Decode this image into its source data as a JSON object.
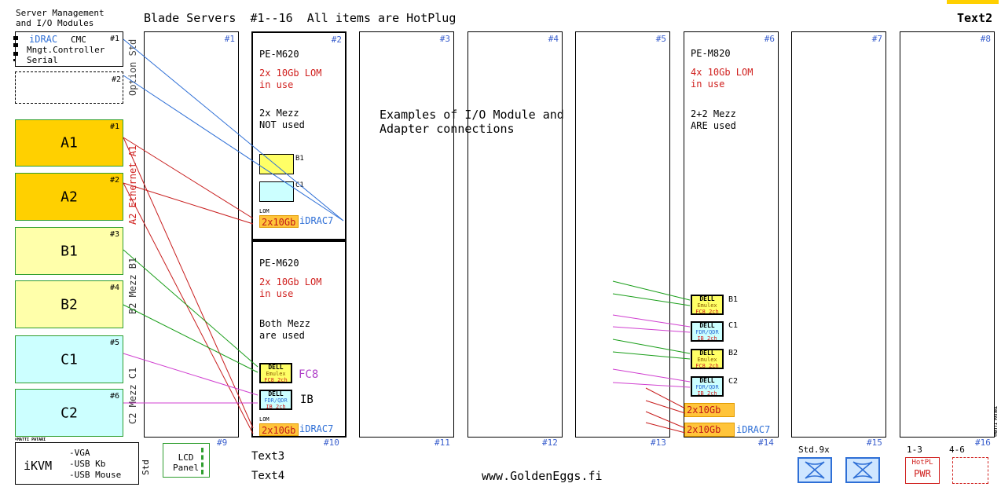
{
  "header": {
    "corner_title": [
      "Server Management",
      "and I/O Modules"
    ],
    "main_title": "Blade Servers  #1--16  All items are HotPlug",
    "right_label": "Text2"
  },
  "cmc": {
    "idrac": "iDRAC",
    "cmc": "CMC",
    "n1": "#1",
    "line2": "Mngt.Controller",
    "line3": "Serial",
    "n2": "#2",
    "std_option_label": "Option Std"
  },
  "io_modules": [
    {
      "label": "A1",
      "num": "#1"
    },
    {
      "label": "A2",
      "num": "#2"
    },
    {
      "label": "B1",
      "num": "#3"
    },
    {
      "label": "B2",
      "num": "#4"
    },
    {
      "label": "C1",
      "num": "#5"
    },
    {
      "label": "C2",
      "num": "#6"
    }
  ],
  "fabric_labels": {
    "ethernet": "A2 Ethernet A1",
    "mezz_b": "B2 Mezz B1",
    "mezz_c": "C2 Mezz C1"
  },
  "slots_top": [
    "#1",
    "#2",
    "#3",
    "#4",
    "#5",
    "#6",
    "#7",
    "#8"
  ],
  "slots_bottom": [
    "#9",
    "#10",
    "#11",
    "#12",
    "#13",
    "#14",
    "#15",
    "#16"
  ],
  "blade2": {
    "model": "PE-M620",
    "lom_line1": "2x 10Gb LOM",
    "lom_line2": "in use",
    "mezz_line1": "2x Mezz",
    "mezz_line2": "NOT used",
    "b1": "B1",
    "c1": "C1",
    "lom_small": "LOM",
    "lom_value": "2x10Gb",
    "idrac": "iDRAC7"
  },
  "blade10": {
    "model": "PE-M620",
    "lom_line1": "2x 10Gb LOM",
    "lom_line2": "in use",
    "mezz_line1": "Both Mezz",
    "mezz_line2": "are used",
    "fc_card": {
      "brand": "DELL",
      "line1": "Emulex",
      "line2": "FC8 2ch"
    },
    "fc_label": "FC8",
    "ib_card": {
      "brand": "DELL",
      "line1": "FDR/QDR",
      "line2": "IB 2ch"
    },
    "ib_label": "IB",
    "lom_small": "LOM",
    "lom_value": "2x10Gb",
    "idrac": "iDRAC7"
  },
  "blade6": {
    "model": "PE-M820",
    "lom_line1": "4x 10Gb LOM",
    "lom_line2": "in use",
    "mezz_line1": "2+2 Mezz",
    "mezz_line2": "ARE used",
    "cards": [
      {
        "brand": "DELL",
        "line1": "Emulex",
        "line2": "FC8 2ch",
        "label": "B1"
      },
      {
        "brand": "DELL",
        "line1": "FDR/QDR",
        "line2": "IB 2ch",
        "label": "C1"
      },
      {
        "brand": "DELL",
        "line1": "Emulex",
        "line2": "FC8 2ch",
        "label": "B2"
      },
      {
        "brand": "DELL",
        "line1": "FDR/QDR",
        "line2": "IB 2ch",
        "label": "C2"
      }
    ],
    "lom1": "2x10Gb",
    "lom2": "2x10Gb",
    "idrac": "iDRAC7"
  },
  "examples_text": [
    "Examples of I/O Module and",
    "Adapter connections"
  ],
  "ikvm": {
    "title": "iKVM",
    "items": [
      "-VGA",
      "-USB Kb",
      "-USB Mouse"
    ],
    "std": "Std",
    "copyright": "©MATTI PATARI"
  },
  "lcd": {
    "line1": "LCD",
    "line2": "Panel"
  },
  "footer": {
    "text3": "Text3",
    "text4": "Text4",
    "url": "www.GoldenEggs.fi"
  },
  "fans": {
    "label": "Std.9x"
  },
  "power": {
    "range1": "1-3",
    "range2": "4-6",
    "hotpl": "HotPL",
    "pwr": "PWR"
  },
  "right_copyright": "©MATTI PATARI",
  "colors": {
    "io_a": "#ffd000",
    "io_b": "#ffffaa",
    "io_c": "#ccffff",
    "io_border": "#2e9e2e",
    "eth_line": "#c81e1e",
    "idrac_line": "#2e6fd6",
    "b_line": "#1a9e1a",
    "c_line": "#d040d0"
  }
}
